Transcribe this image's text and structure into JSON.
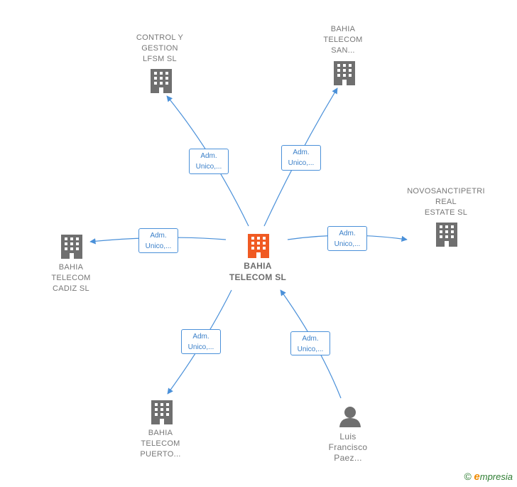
{
  "colors": {
    "edge": "#4a90d9",
    "node_gray": "#6f6f6f",
    "node_center": "#f05a23"
  },
  "center": {
    "name_lines": [
      "BAHIA",
      "TELECOM  SL"
    ],
    "icon": "building-icon"
  },
  "nodes": {
    "control_y_gestion": {
      "name_lines": [
        "CONTROL Y",
        "GESTION",
        "LFSM  SL"
      ],
      "icon": "building-icon"
    },
    "bahia_san": {
      "name_lines": [
        "BAHIA",
        "TELECOM",
        "SAN..."
      ],
      "icon": "building-icon"
    },
    "novosanctipetri": {
      "name_lines": [
        "NOVOSANCTIPETRI",
        "REAL",
        "ESTATE  SL"
      ],
      "icon": "building-icon"
    },
    "bahia_cadiz": {
      "name_lines": [
        "BAHIA",
        "TELECOM",
        "CADIZ  SL"
      ],
      "icon": "building-icon"
    },
    "bahia_puerto": {
      "name_lines": [
        "BAHIA",
        "TELECOM",
        "PUERTO..."
      ],
      "icon": "building-icon"
    },
    "luis_paez": {
      "name_lines": [
        "Luis",
        "Francisco",
        "Paez..."
      ],
      "icon": "person-icon"
    }
  },
  "edges": {
    "to_control": {
      "label_lines": [
        "Adm.",
        "Unico,..."
      ]
    },
    "to_san": {
      "label_lines": [
        "Adm.",
        "Unico,..."
      ]
    },
    "to_novo": {
      "label_lines": [
        "Adm.",
        "Unico,..."
      ]
    },
    "to_cadiz": {
      "label_lines": [
        "Adm.",
        "Unico,..."
      ]
    },
    "to_puerto": {
      "label_lines": [
        "Adm.",
        "Unico,..."
      ]
    },
    "from_luis": {
      "label_lines": [
        "Adm.",
        "Unico,..."
      ]
    }
  },
  "brand": {
    "copyright": "©",
    "initial": "e",
    "rest": "mpresia"
  }
}
